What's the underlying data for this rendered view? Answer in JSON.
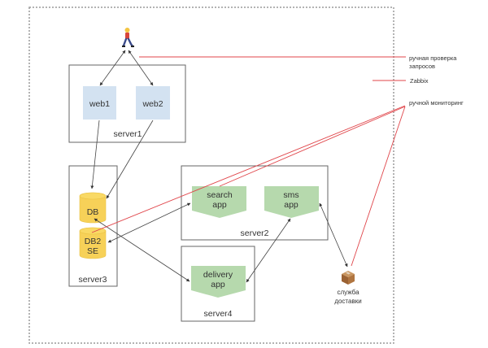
{
  "colors": {
    "web_fill": "#d3e2f1",
    "app_fill": "#b6d9ad",
    "db_fill": "#f7d158",
    "db_stroke": "#e7bd3c",
    "box_stroke": "#666666",
    "arrow": "#444444",
    "annotation": "#e0454a",
    "border": "#999999"
  },
  "servers": [
    {
      "id": "server1",
      "label": "server1"
    },
    {
      "id": "server2",
      "label": "server2"
    },
    {
      "id": "server3",
      "label": "server3"
    },
    {
      "id": "server4",
      "label": "server4"
    }
  ],
  "nodes": {
    "web1": {
      "label": "web1"
    },
    "web2": {
      "label": "web2"
    },
    "db": {
      "label": "DB"
    },
    "db2": {
      "line1": "DB2",
      "line2": "SE"
    },
    "search_app": {
      "line1": "search",
      "line2": "app"
    },
    "sms_app": {
      "line1": "sms",
      "line2": "app"
    },
    "delivery_app": {
      "line1": "delivery",
      "line2": "app"
    },
    "user": {
      "icon": "person-walking-icon"
    },
    "delivery_service": {
      "icon": "package-box-icon",
      "line1": "служба",
      "line2": "доставки"
    }
  },
  "annotations": [
    {
      "id": "manual-request-check",
      "line1": "ручная проверка",
      "line2": "запросов"
    },
    {
      "id": "zabbix",
      "line1": "Zabbix"
    },
    {
      "id": "manual-monitoring",
      "line1": "ручной мониторинг"
    }
  ],
  "edges": [
    {
      "from": "user",
      "to": "web1",
      "type": "bidirectional"
    },
    {
      "from": "user",
      "to": "web2",
      "type": "bidirectional"
    },
    {
      "from": "web1",
      "to": "db",
      "type": "directed"
    },
    {
      "from": "web2",
      "to": "db",
      "type": "directed"
    },
    {
      "from": "db",
      "to": "delivery_app",
      "type": "bidirectional"
    },
    {
      "from": "db2",
      "to": "search_app",
      "type": "bidirectional"
    },
    {
      "from": "sms_app",
      "to": "delivery_app",
      "type": "bidirectional"
    },
    {
      "from": "sms_app",
      "to": "delivery_service",
      "type": "bidirectional"
    }
  ]
}
